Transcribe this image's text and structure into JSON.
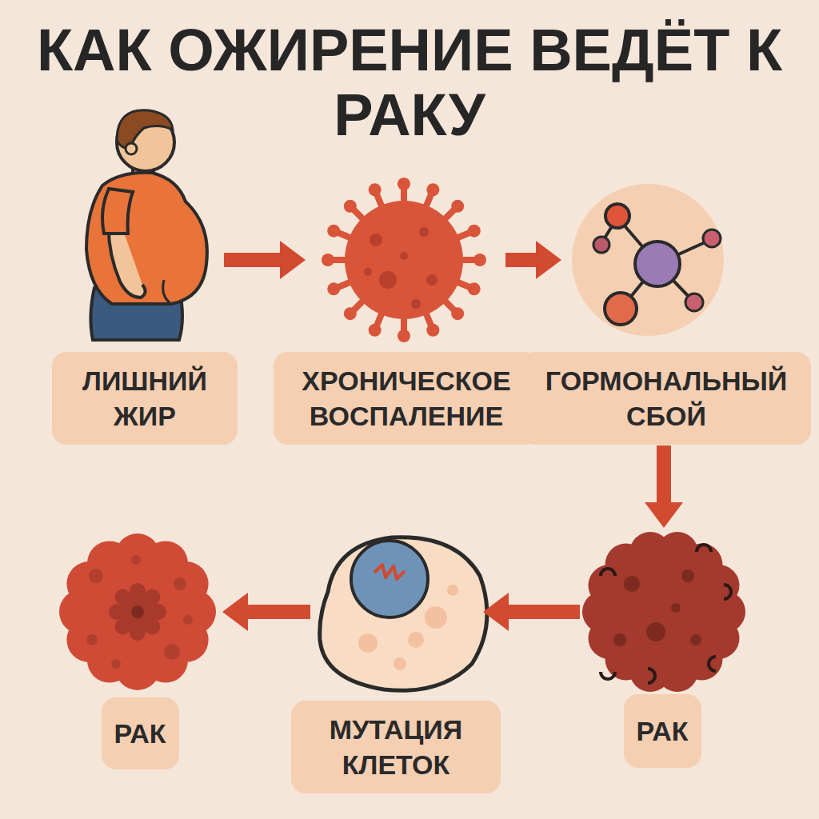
{
  "diagram": {
    "title": "КАК ОЖИРЕНИЕ ВЕДЁТ К РАКУ",
    "nodes": [
      {
        "text": [
          "ЛИШНИЙ ЖИР"
        ]
      },
      {
        "text": [
          "ХРОНИЧЕСКОЕ ВОСПАЛЕНИЕ"
        ]
      },
      {
        "text": [
          "ГОРМОНАЛЬНЫЙ СБОЙ"
        ]
      },
      {
        "text": [
          "РАК"
        ]
      },
      {
        "text": [
          "МУТАЦИЯ КЛЕТОК"
        ]
      },
      {
        "text": [
          "РАК"
        ]
      }
    ],
    "edges": [
      {
        "from": 0,
        "to": 1,
        "arrow": "to"
      },
      {
        "from": 1,
        "to": 2,
        "arrow": "to"
      },
      {
        "from": 2,
        "to": 5,
        "arrow": "to"
      },
      {
        "from": 5,
        "to": 4,
        "arrow": "to"
      },
      {
        "from": 4,
        "to": 3,
        "arrow": "to"
      }
    ]
  }
}
